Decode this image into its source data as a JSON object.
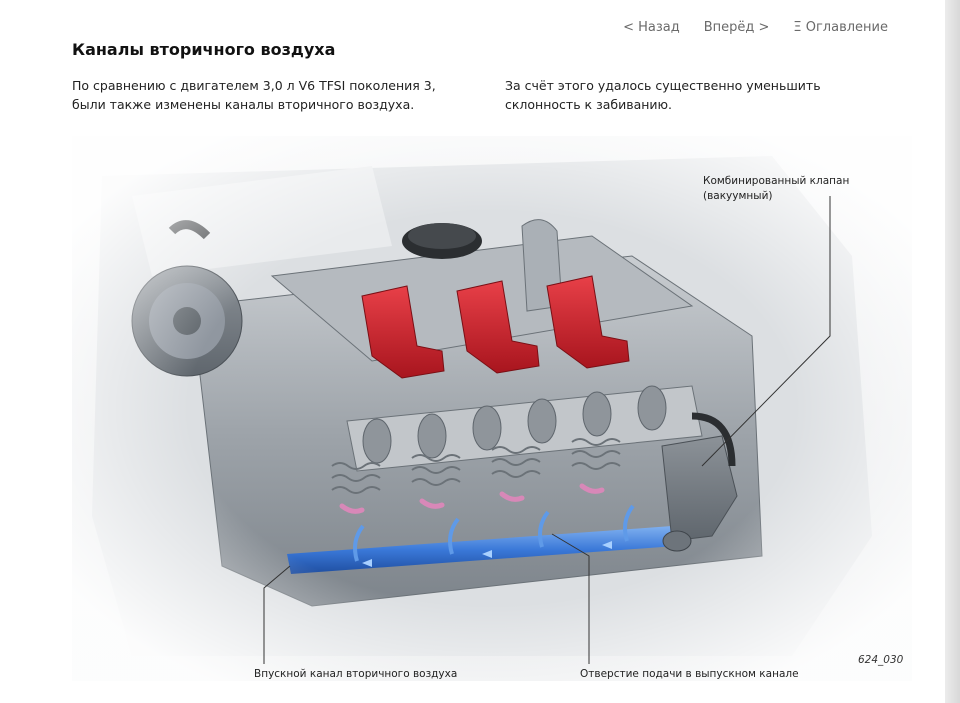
{
  "nav": {
    "back": "< Назад",
    "forward": "Вперёд >",
    "contents": "Ξ Оглавление"
  },
  "title": "Каналы вторичного воздуха",
  "paragraphs": {
    "left": "По сравнению с двигателем 3,0 л V6 TFSI поколения 3, были также изменены каналы вторичного воздуха.",
    "right": "За счёт этого удалось существенно уменьшить склонность к забиванию."
  },
  "figure": {
    "callouts": {
      "valve_line1": "Комбинированный клапан",
      "valve_line2": "(вакуумный)",
      "intake_channel": "Впускной канал вторичного воздуха",
      "supply_hole": "Отверстие подачи в выпускном канале"
    },
    "code": "624_030"
  },
  "colors": {
    "coil_red": "#c8202a",
    "air_channel_blue": "#3a78d8",
    "engine_grey": "#9aa0a6",
    "valve_spring_pink": "#d888b8"
  }
}
